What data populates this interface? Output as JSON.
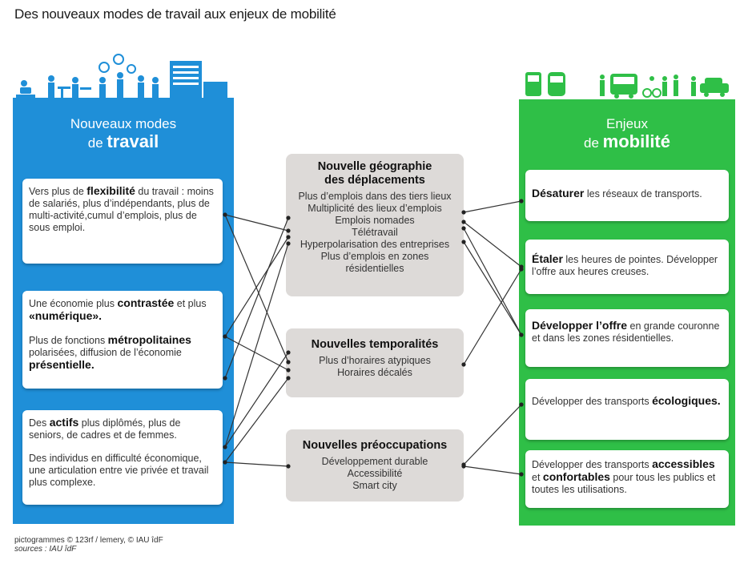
{
  "title": "Des nouveaux modes de travail aux enjeux de mobilité",
  "left_panel": {
    "heading_line1": "Nouveaux modes",
    "heading_line2_prefix": "de",
    "heading_line2_bold": "travail",
    "cards": [
      {
        "segments": [
          [
            "Vers plus de ",
            false
          ],
          [
            "flexibilité",
            true
          ],
          [
            " du travail : moins de salariés, plus d’indépendants, plus de multi-activité,cumul d’emplois, plus de sous emploi.",
            false
          ]
        ]
      },
      {
        "segments": [
          [
            "Une économie plus ",
            false
          ],
          [
            "contrastée",
            true
          ],
          [
            " et plus ",
            false
          ],
          [
            "«numérique».",
            true
          ]
        ]
      },
      {
        "segments": [
          [
            "Plus de fonctions ",
            false
          ],
          [
            "métropolitaines",
            true
          ],
          [
            " polarisées, diffusion de l’économie ",
            false
          ],
          [
            "présentielle.",
            true
          ]
        ]
      },
      {
        "segments": [
          [
            "Des ",
            false
          ],
          [
            "actifs",
            true
          ],
          [
            " plus diplômés, plus de seniors, de cadres et de femmes.",
            false
          ]
        ]
      },
      {
        "segments": [
          [
            "Des individus en difficulté économique, une articulation entre vie privée et travail plus complexe.",
            false
          ]
        ]
      }
    ]
  },
  "middle": {
    "boxes": [
      {
        "title_line1": "Nouvelle géographie",
        "title_line2": "des déplacements",
        "lines": [
          "Plus d’emplois dans des tiers lieux",
          "Multiplicité des lieux d’emplois",
          "Emplois nomades",
          "Télétravail",
          "Hyperpolarisation des entreprises",
          "Plus d’emplois en zones",
          "résidentielles"
        ]
      },
      {
        "title_line1": "Nouvelles temporalités",
        "title_line2": "",
        "lines": [
          "Plus d’horaires atypiques",
          "Horaires décalés"
        ]
      },
      {
        "title_line1": "Nouvelles préoccupations",
        "title_line2": "",
        "lines": [
          "Développement durable",
          "Accessibilité",
          "Smart city"
        ]
      }
    ]
  },
  "right_panel": {
    "heading_line1": "Enjeux",
    "heading_line2_prefix": "de",
    "heading_line2_bold": "mobilité",
    "cards": [
      {
        "segments": [
          [
            "Désaturer",
            true
          ],
          [
            " les réseaux de transports.",
            false
          ]
        ]
      },
      {
        "segments": [
          [
            "Étaler",
            true
          ],
          [
            " les heures de pointes. Développer l’offre aux heures creuses.",
            false
          ]
        ]
      },
      {
        "segments": [
          [
            "Développer l’offre",
            true
          ],
          [
            " en grande couronne et dans les zones résidentielles.",
            false
          ]
        ]
      },
      {
        "segments": [
          [
            "Développer des transports ",
            false
          ],
          [
            "écologiques.",
            true
          ]
        ]
      },
      {
        "segments": [
          [
            "Développer des transports ",
            false
          ],
          [
            "accessibles",
            true
          ],
          [
            " et ",
            false
          ],
          [
            "confortables",
            true
          ],
          [
            " pour tous les publics et toutes les utilisations.",
            false
          ]
        ]
      }
    ]
  },
  "credits": {
    "line1": "pictogrammes © 123rf / lemery, © IAU îdF",
    "line2": "sources : IAU îdF"
  },
  "colors": {
    "left_panel": "#1f8fd8",
    "right_panel": "#2fbf47",
    "middle_box": "#dddad8",
    "connector": "#333333"
  },
  "icons": {
    "left": [
      "person-reading-icon",
      "person-desk-icon",
      "clock-icon",
      "people-meeting-icon",
      "office-building-icon"
    ],
    "right": [
      "tram-icon",
      "train-icon",
      "bus-icon",
      "pedestrian-icon",
      "cyclist-icon",
      "car-icon"
    ]
  }
}
